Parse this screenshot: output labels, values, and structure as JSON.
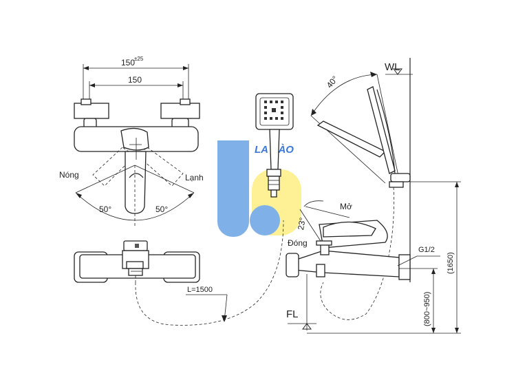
{
  "labels": {
    "width_total": "150",
    "width_tol": "±25",
    "width_inner": "150",
    "hot": "Nóng",
    "cold": "Lạnh",
    "angle_left": "50°",
    "angle_right": "50°",
    "hose_length": "L=1500",
    "wl": "WL",
    "fl": "FL",
    "shower_angle": "40°",
    "open": "Mở",
    "close": "Đóng",
    "lever_angle": "23°",
    "thread": "G1/2",
    "mount_height": "(800~950)",
    "total_height": "(1650)"
  },
  "watermark": {
    "text": "LA HÀO",
    "blue": "#7fb1e8",
    "yellow": "#fef08a"
  }
}
